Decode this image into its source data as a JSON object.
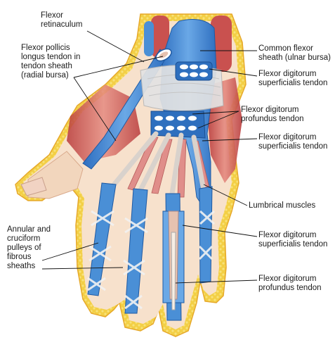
{
  "figure": {
    "labels": {
      "flexor_retinaculum": "Flexor\nretinaculum",
      "flexor_pollicis_longus": "Flexor pollicis\nlongus  tendon in\ntendon sheath\n(radial bursa)",
      "common_flexor_sheath": "Common flexor\nsheath (ulnar bursa)",
      "fds_tendon_1": "Flexor digitorum\nsuperficialis tendon",
      "fdp_tendon_1": "Flexor digitorum\nprofundus tendon",
      "fds_tendon_2": "Flexor digitorum\nsuperficialis tendon",
      "lumbrical_muscles": "Lumbrical muscles",
      "fds_tendon_3": "Flexor digitorum\nsuperficialis tendon",
      "fdp_tendon_2": "Flexor digitorum\nprofundus tendon",
      "annular_cruciform": "Annular and\ncruciform\npulleys of\nfibrous\nsheaths"
    },
    "colors": {
      "skin_outline": "#f2c832",
      "skin_fill": "#f6dcc6",
      "sheath_blue": "#4a8fd6",
      "sheath_blue_dark": "#2d6fbc",
      "muscle_red": "#c84b4b",
      "tendon_pink": "#e39a96",
      "retinaculum": "#dcdcdc"
    }
  }
}
